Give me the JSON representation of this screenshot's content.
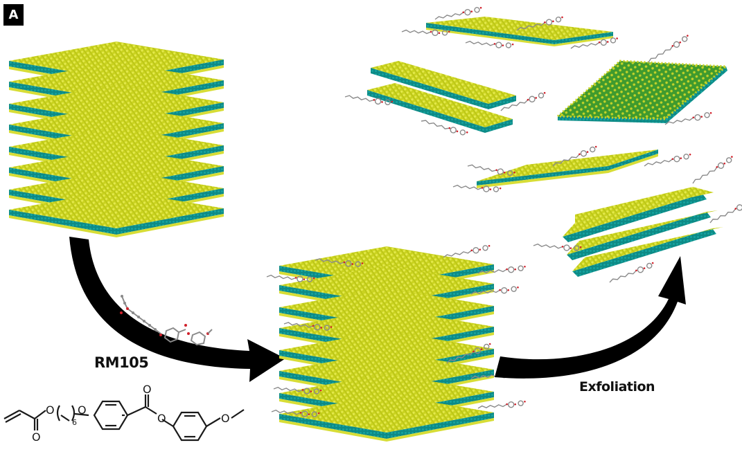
{
  "figure": {
    "panel_label": "A",
    "captions": {
      "intercalant": "RM105",
      "process": "Exfoliation"
    },
    "colors": {
      "background": "#ffffff",
      "sulfur_yellow": "#c9d21e",
      "sulfur_yellow_light": "#e2e64a",
      "metal_teal": "#0d8a86",
      "metal_teal_dark": "#06706e",
      "monolayer_green": "#3f9a2e",
      "arrow": "#000000",
      "carbon_gray": "#8a8a8a",
      "oxygen_red": "#d0202a",
      "bond_black": "#1a1a1a"
    },
    "stages": [
      {
        "name": "bulk-layered-crystal",
        "layers": 8,
        "intercalated": false
      },
      {
        "name": "intercalated-stack",
        "layers": 8,
        "intercalated": true,
        "intercalant": "RM105"
      },
      {
        "name": "exfoliated-flakes",
        "flakes": [
          {
            "layers": 1,
            "pose": "thin-edge-on",
            "position": "top"
          },
          {
            "layers": 2,
            "pose": "tilted",
            "position": "upper-left"
          },
          {
            "layers": 1,
            "pose": "face-on-rhombus",
            "position": "upper-right"
          },
          {
            "layers": 1,
            "pose": "thin-edge-on",
            "position": "middle"
          },
          {
            "layers": 3,
            "pose": "tilted",
            "position": "lower-right"
          }
        ]
      }
    ],
    "arrows": [
      {
        "from": "bulk-layered-crystal",
        "to": "intercalated-stack",
        "label": "RM105"
      },
      {
        "from": "intercalated-stack",
        "to": "exfoliated-flakes",
        "label": "Exfoliation"
      }
    ],
    "chemical_structure": {
      "name": "RM105",
      "subscript": "6",
      "atom_labels": [
        "O",
        "O",
        "O",
        "O",
        "O",
        "O"
      ]
    }
  }
}
